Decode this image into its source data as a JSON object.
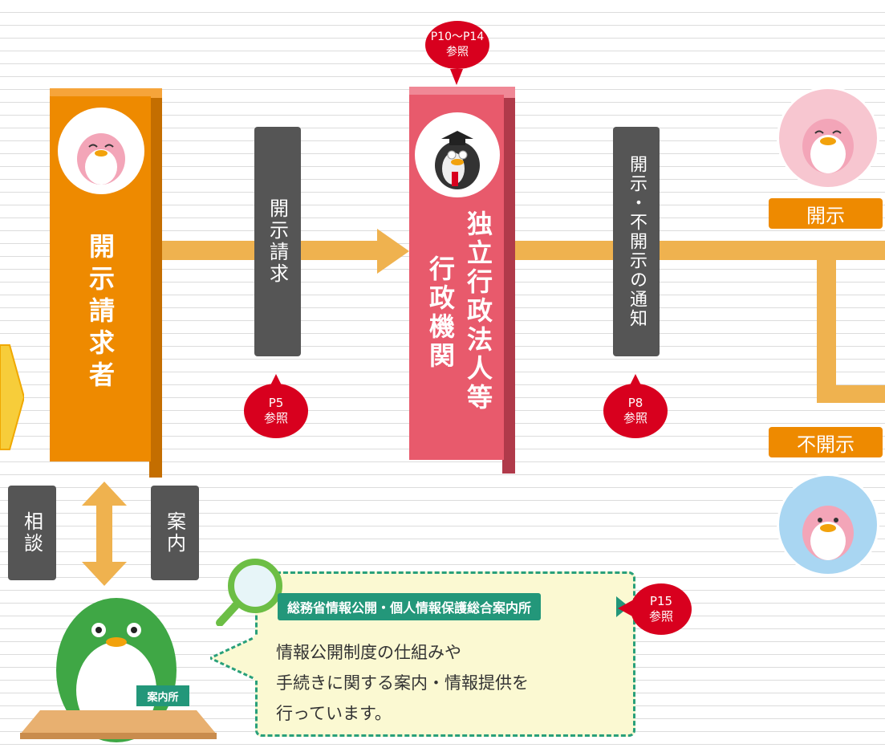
{
  "requester": {
    "label": "開示請求者"
  },
  "agency": {
    "label_right": "独立行政法人等",
    "label_left": "行政機関"
  },
  "steps": {
    "request": "開示請求",
    "notification": "開示・不開示の通知",
    "consult": "相談",
    "guide": "案内"
  },
  "references": {
    "top": {
      "page": "P10～P14",
      "ref": "参照"
    },
    "request": {
      "page": "P5",
      "ref": "参照"
    },
    "notification": {
      "page": "P8",
      "ref": "参照"
    },
    "office": {
      "page": "P15",
      "ref": "参照"
    }
  },
  "results": {
    "disclose": "開示",
    "nondisclose": "不開示"
  },
  "office": {
    "badge": "案内所",
    "title": "総務省情報公開・個人情報保護総合案内所",
    "lines": [
      "情報公開制度の仕組みや",
      "手続きに関する案内・情報提供を",
      "行っています。"
    ]
  },
  "colors": {
    "flow": "#efb24f",
    "requester": "#ee8a00",
    "agency": "#e85a6c",
    "pin": "#d8001e",
    "office_green": "#23977a"
  }
}
